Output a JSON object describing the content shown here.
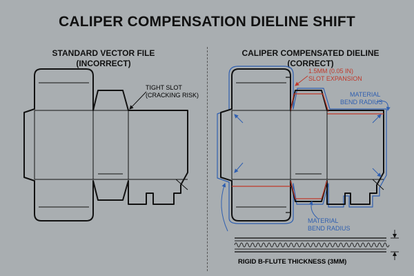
{
  "title": "CALIPER COMPENSATION DIELINE SHIFT",
  "left_panel": {
    "heading_line1": "STANDARD VECTOR FILE",
    "heading_line2": "(INCORRECT)",
    "callout_line1": "TIGHT SLOT",
    "callout_line2": "(CRACKING RISK)"
  },
  "right_panel": {
    "heading_line1": "CALIPER COMPENSATED DIELINE",
    "heading_line2": "(CORRECT)",
    "slot_callout_line1": "1.5MM (0.05 IN)",
    "slot_callout_line2": "SLOT EXPANSION",
    "bend_top_line1": "MATERIAL",
    "bend_top_line2": "BEND RADIUS",
    "bend_bottom_line1": "MATERIAL",
    "bend_bottom_line2": "BEND RADIUS"
  },
  "flute_label": "RIGID B-FLUTE THICKNESS (3MM)",
  "colors": {
    "background": "#a9aeb1",
    "outline": "#111111",
    "red_shift": "#c0392b",
    "blue_shift": "#2f5fb0"
  }
}
